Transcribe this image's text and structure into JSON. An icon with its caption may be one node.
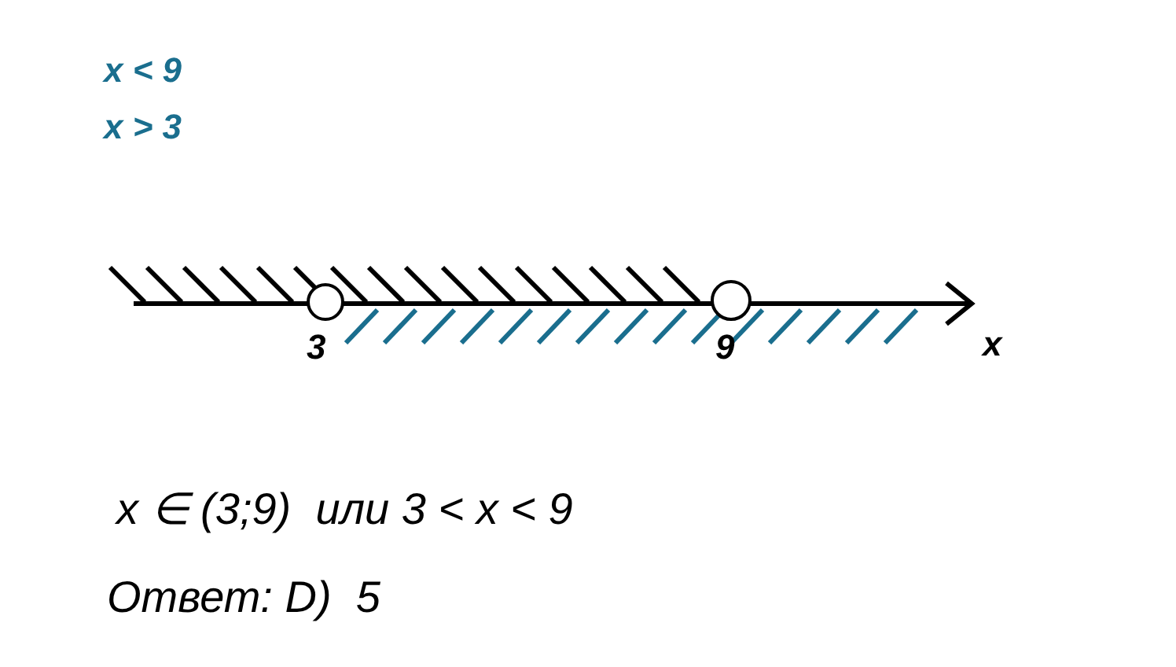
{
  "diagram": {
    "labels": [
      "x < 9",
      "x > 3",
      "3",
      "9",
      "x",
      "x ∈ (3;9)  или 3 < x < 9",
      "Ответ: D)  5"
    ]
  }
}
